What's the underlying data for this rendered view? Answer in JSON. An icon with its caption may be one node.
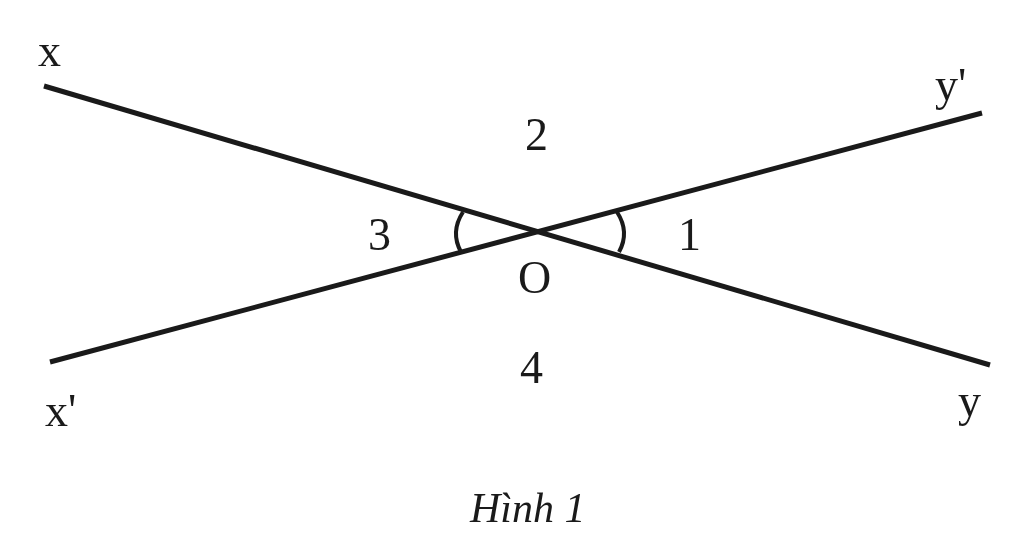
{
  "diagram": {
    "caption": "Hình 1",
    "labels": [
      "x",
      "y'",
      "2",
      "3",
      "1",
      "O",
      "x'",
      "4",
      "y"
    ]
  }
}
